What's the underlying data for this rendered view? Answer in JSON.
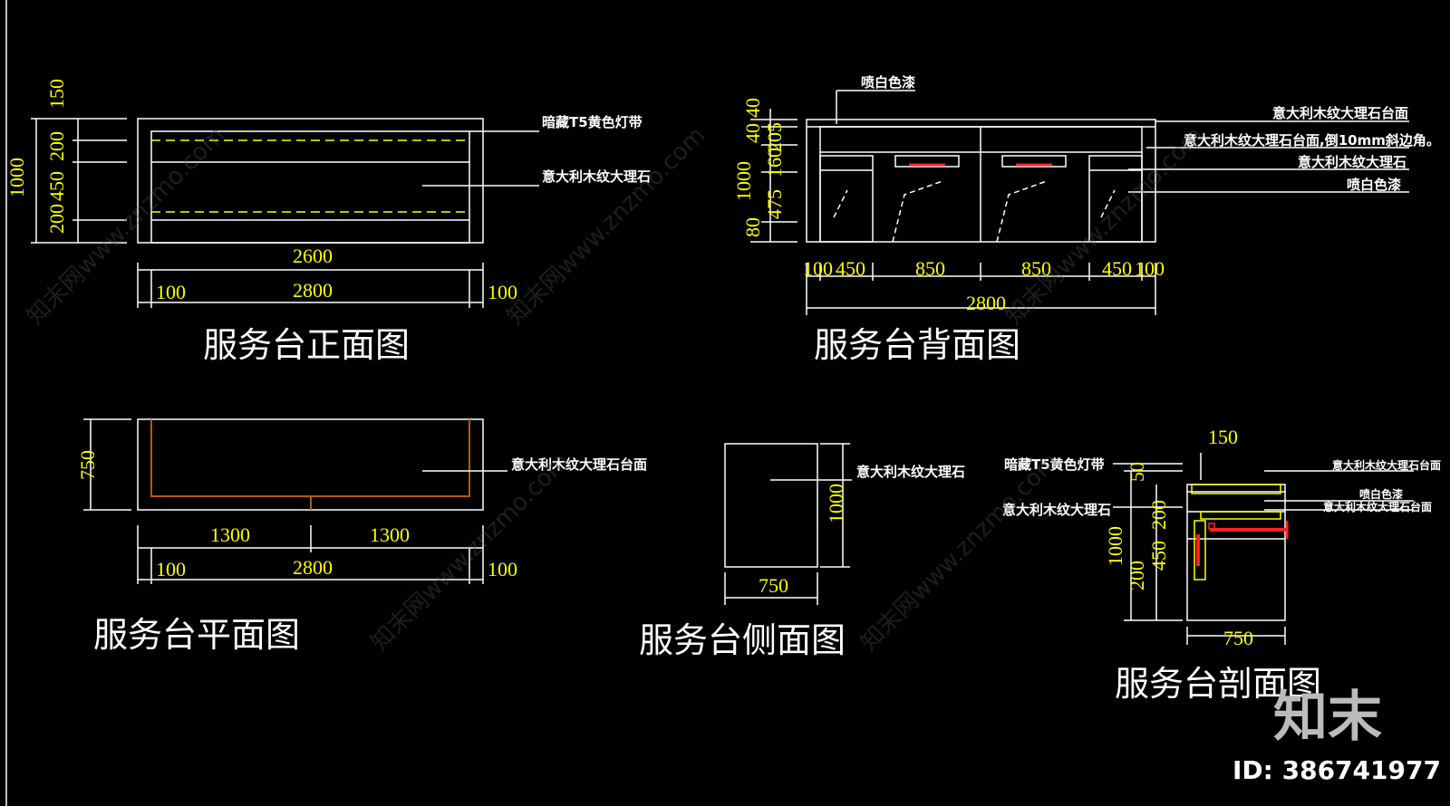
{
  "colors": {
    "background": "#000000",
    "line": "#ffffff",
    "dimension": "#ffff00",
    "wood": "#b35c00",
    "accent_red": "#ff2020"
  },
  "front_view": {
    "title": "服务台正面图",
    "note_light": "暗藏T5黄色灯带",
    "note_marble": "意大利木纹大理石",
    "dims": {
      "h_total": "1000",
      "h1": "150",
      "h2": "200",
      "h3": "450",
      "h4": "200",
      "w_top": "2600",
      "w_left": "100",
      "w_mid": "2800",
      "w_right": "100"
    }
  },
  "back_view": {
    "title": "服务台背面图",
    "note_paint": "喷白色漆",
    "note_top": "意大利木纹大理石台面",
    "note_top2": "意大利木纹大理石台面,倒10mm斜边角。",
    "note_marble": "意大利木纹大理石",
    "note_paint2": "喷白色漆",
    "dims": {
      "h_total": "1000",
      "h1": "40",
      "h2": "40",
      "h3": "205",
      "h4": "160",
      "h5": "475",
      "h6": "80",
      "w1": "100",
      "w2": "450",
      "w3": "850",
      "w4": "850",
      "w5": "450",
      "w6": "100",
      "w_total": "2800"
    }
  },
  "plan_view": {
    "title": "服务台平面图",
    "note_top": "意大利木纹大理石台面",
    "dims": {
      "depth": "750",
      "w_a": "1300",
      "w_b": "1300",
      "w_left": "100",
      "w_mid": "2800",
      "w_right": "100"
    }
  },
  "side_view": {
    "title": "服务台侧面图",
    "note_marble": "意大利木纹大理石",
    "dims": {
      "height": "1000",
      "depth": "750"
    }
  },
  "section_view": {
    "title": "服务台剖面图",
    "note_light": "暗藏T5黄色灯带",
    "note_marble": "意大利木纹大理石",
    "note_r1": "意大利木纹大理石台面",
    "note_r2": "喷白色漆",
    "note_r3": "意大利木纹大理石台面",
    "dims": {
      "top": "150",
      "h1": "50",
      "h2": "200",
      "h_total": "1000",
      "h3": "450",
      "h4": "200",
      "depth": "750"
    }
  },
  "watermark": {
    "text": "知末网www.znzmo.com",
    "logo": "知末",
    "id_label": "ID: 386741977"
  }
}
